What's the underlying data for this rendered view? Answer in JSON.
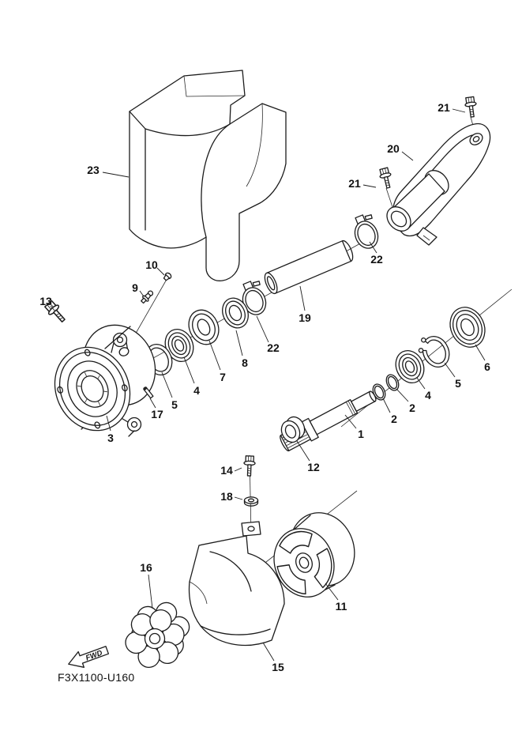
{
  "page": {
    "background": "#ffffff",
    "line_color": "#1c1c1c"
  },
  "diagram": {
    "code": "F3X1100-U160",
    "fwd": "FWD",
    "labels": [
      "21",
      "20",
      "21",
      "23",
      "10",
      "9",
      "22",
      "13",
      "19",
      "8",
      "22",
      "6",
      "5",
      "4",
      "2",
      "2",
      "7",
      "4",
      "5",
      "17",
      "3",
      "1",
      "12",
      "14",
      "18",
      "16",
      "11",
      "15"
    ]
  }
}
